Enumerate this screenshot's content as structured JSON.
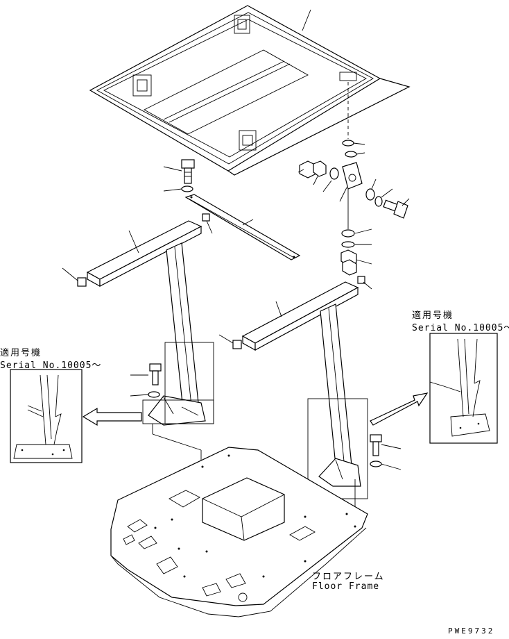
{
  "labels": {
    "serial_left_jp": "適用号機",
    "serial_left_en": "Serial No.10005～",
    "serial_right_jp": "適用号機",
    "serial_right_en": "Serial No.10005～",
    "floor_frame_jp": "フロアフレーム",
    "floor_frame_en": "Floor Frame",
    "drawing_code": "PWE9732"
  }
}
